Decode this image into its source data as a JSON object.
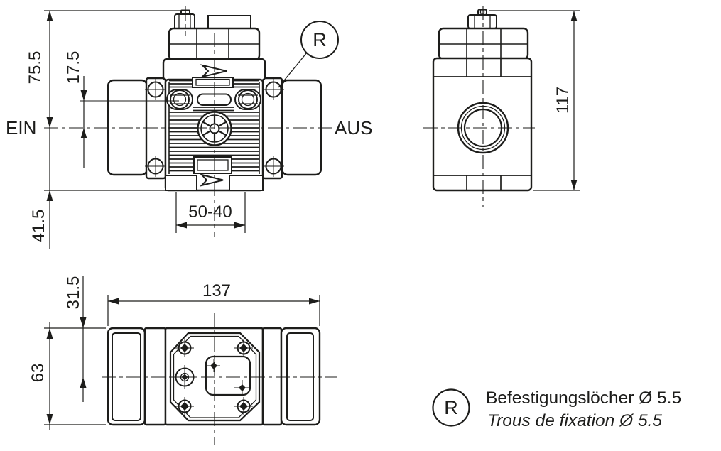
{
  "colors": {
    "line": "#1d1d1b",
    "background": "#ffffff"
  },
  "front_view": {
    "inlet_label": "EIN",
    "outlet_label": "AUS",
    "callout_label": "R",
    "dim_top_to_center": "75.5",
    "dim_fitting_to_center": "17.5",
    "dim_center_to_bottom": "41.5",
    "dim_slot_spacing": "50-40"
  },
  "side_view": {
    "dim_overall_height": "117"
  },
  "top_view": {
    "dim_overall_length": "137",
    "dim_edge_to_center": "31.5",
    "dim_overall_width": "63"
  },
  "legend": {
    "symbol": "R",
    "text_de": "Befestigungslöcher Ø 5.5",
    "text_fr": "Trous de fixation Ø 5.5"
  }
}
